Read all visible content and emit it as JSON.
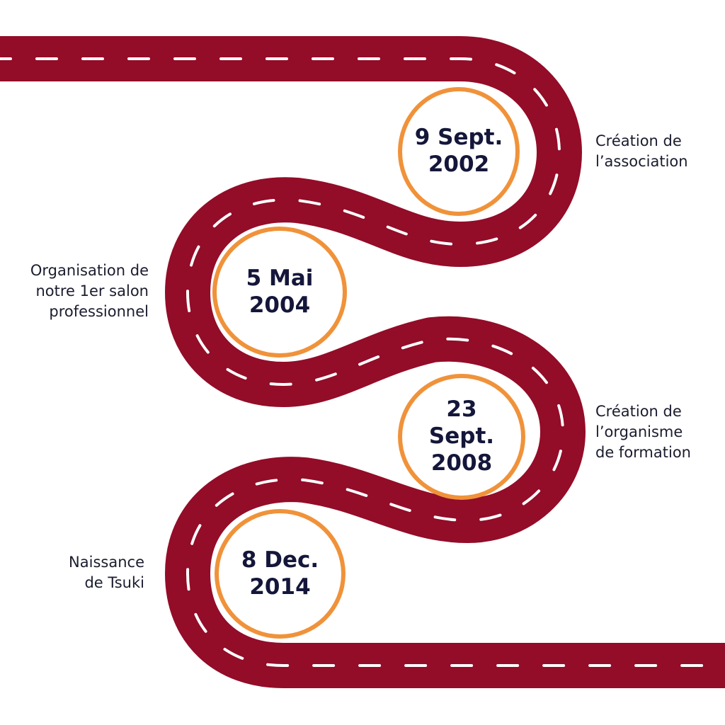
{
  "colors": {
    "road": "#930c28",
    "lane_marking": "#ffffff",
    "circle_ring": "#f0923a",
    "date_text": "#14163a",
    "caption_text": "#1b1c2e",
    "background": "#ffffff"
  },
  "timeline": {
    "milestones": [
      {
        "date_lines": [
          "9 Sept.",
          "2002"
        ],
        "caption_lines": [
          "Création de",
          "l’association"
        ],
        "caption_side": "right"
      },
      {
        "date_lines": [
          "5 Mai",
          "2004"
        ],
        "caption_lines": [
          "Organisation de",
          "notre 1er salon",
          "professionnel"
        ],
        "caption_side": "left"
      },
      {
        "date_lines": [
          "23",
          "Sept.",
          "2008"
        ],
        "caption_lines": [
          "Création de",
          "l’organisme",
          "de formation"
        ],
        "caption_side": "right"
      },
      {
        "date_lines": [
          "8 Dec.",
          "2014"
        ],
        "caption_lines": [
          "Naissance",
          "de Tsuki"
        ],
        "caption_side": "left"
      }
    ]
  }
}
